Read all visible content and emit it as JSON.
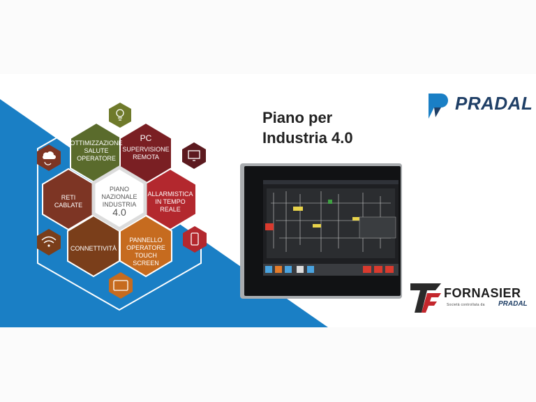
{
  "title": "Piano per\nIndustria 4.0",
  "brand": {
    "pradal": "PRADAL",
    "fornasier": "FORNASIER",
    "fornasier_subtitle": "Società controllata da",
    "fornasier_subtitle_brand": "PRADAL"
  },
  "hexagons": {
    "center": "PIANO\nNAZIONALE\nINDUSTRIA",
    "center_version": "4.0",
    "top_left": "OTTIMIZZAZIONE\nSALUTE\nOPERATORE",
    "top_right_big": "PC",
    "top_right": "SUPERVISIONE\nREMOTA",
    "right": "ALLARMISTICA\nIN TEMPO\nREALE",
    "bottom_right": "PANNELLO\nOPERATORE\nTOUCH\nSCREEN",
    "bottom_left": "CONNETTIVITÀ",
    "left": "RETI\nCABLATE"
  },
  "icons": [
    "lightbulb-icon",
    "monitor-icon",
    "smartphone-icon",
    "tablet-icon",
    "wifi-icon",
    "cloud-sync-icon"
  ],
  "colors": {
    "blue": "#1a7fc5",
    "olive": "#5a6b2c",
    "dark_red": "#7a1f23",
    "red": "#b3282e",
    "orange": "#c66b1f",
    "brown": "#7a3e1a",
    "rust": "#7d3524",
    "center": "#ffffff",
    "pradal_blue": "#1f3f66"
  }
}
